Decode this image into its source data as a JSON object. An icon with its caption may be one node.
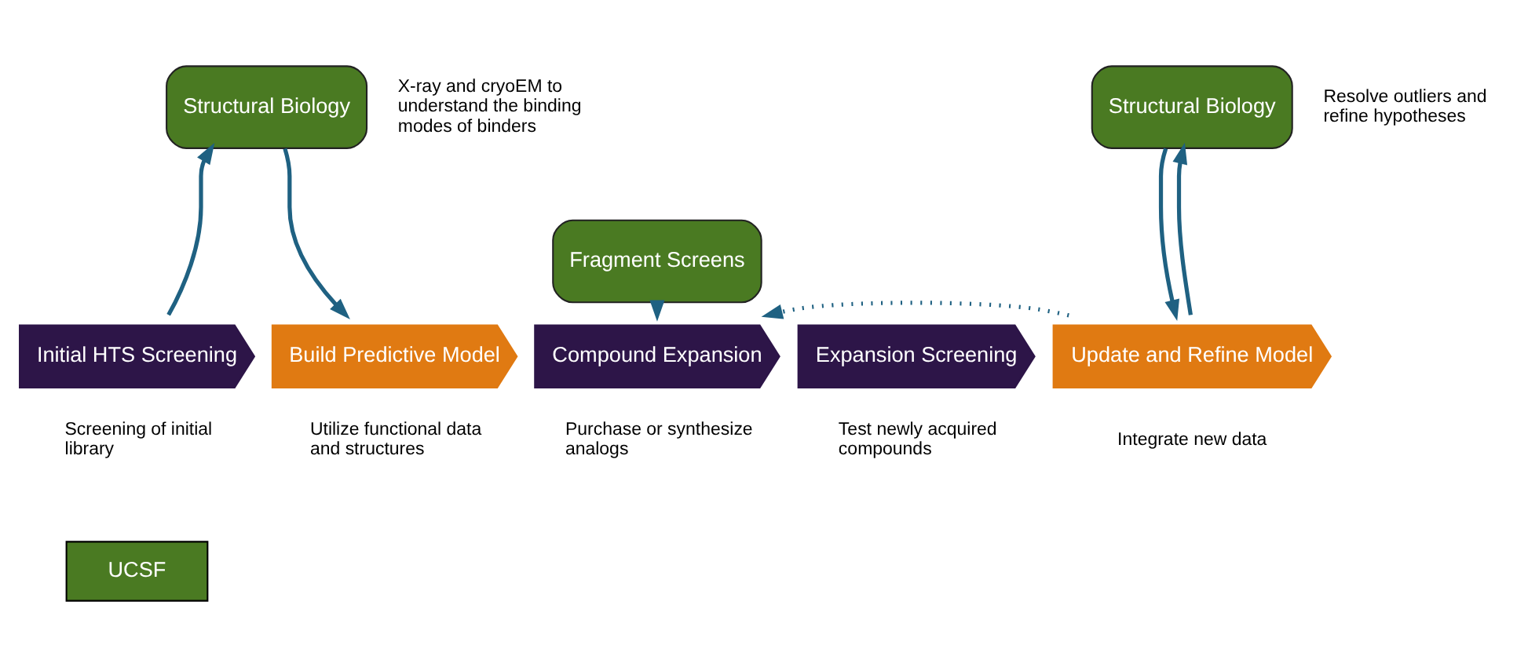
{
  "diagram": {
    "nodes": [
      {
        "text": [
          "Initial HTS Screening"
        ],
        "beside": [
          "Screening of initial library"
        ]
      },
      {
        "text": [
          "Build Predictive Model"
        ],
        "beside": [
          "Utilize functional data and structures"
        ]
      },
      {
        "text": [
          "Compound Expansion"
        ],
        "beside": [
          "Purchase or synthesize analogs"
        ]
      },
      {
        "text": [
          "Expansion Screening"
        ],
        "beside": [
          "Test newly acquired compounds"
        ]
      },
      {
        "text": [
          "Update and Refine Model"
        ],
        "beside": [
          "Integrate new data"
        ]
      },
      {
        "text": [
          "Structural Biology"
        ],
        "beside": [
          "X-ray and cryoEM to understand the binding modes of binders"
        ]
      },
      {
        "text": [
          "Fragment Screens"
        ]
      },
      {
        "text": [
          "Structural Biology"
        ],
        "beside": [
          "Resolve outliers and refine hypotheses"
        ]
      }
    ],
    "edges": [
      {
        "from": 0,
        "to": 5,
        "arrow": "to"
      },
      {
        "from": 5,
        "to": 1,
        "arrow": "to"
      },
      {
        "from": 6,
        "to": 2,
        "arrow": "to"
      },
      {
        "from": 4,
        "to": 7,
        "arrow": "to"
      },
      {
        "from": 7,
        "to": 4,
        "arrow": "to"
      },
      {
        "from": 4,
        "to": 2,
        "arrow": "to",
        "style": "dashed"
      }
    ],
    "legend": [
      {
        "text": "UCSF",
        "color": "#4a7a22"
      }
    ]
  }
}
